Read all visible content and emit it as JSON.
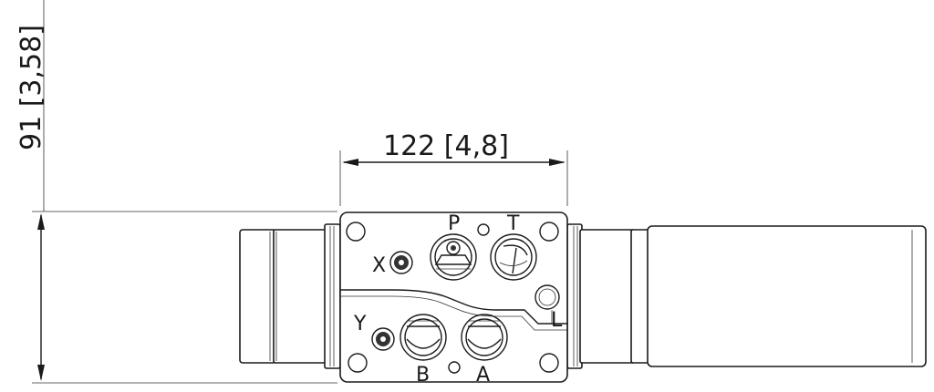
{
  "dimensions": {
    "height_label": "91 [3,58]",
    "width_label": "122 [4,8]"
  },
  "ports": {
    "P": "P",
    "T": "T",
    "X": "X",
    "Y": "Y",
    "A": "A",
    "B": "B",
    "L": "L"
  },
  "colors": {
    "line": "#1a1a1a",
    "background": "#ffffff"
  }
}
